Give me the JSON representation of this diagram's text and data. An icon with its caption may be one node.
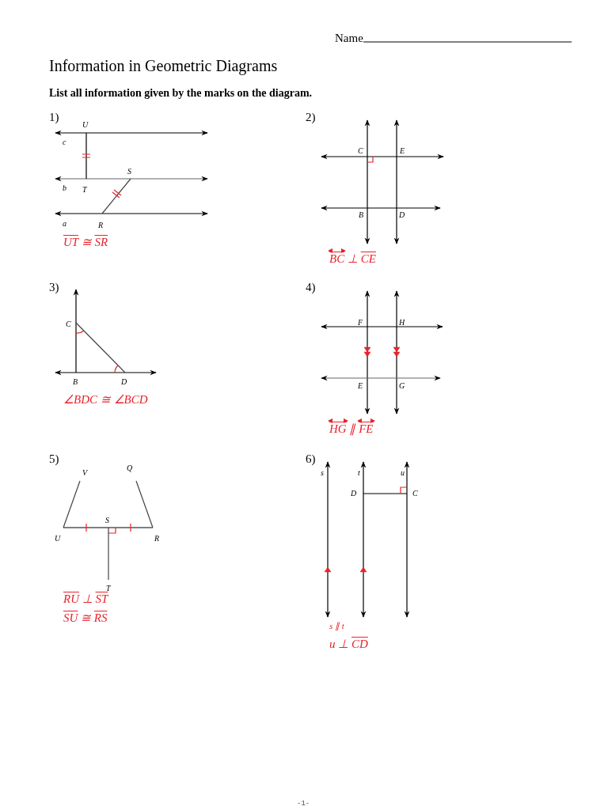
{
  "diagram": {
    "title": "Information in Geometric Diagrams",
    "labels": [
      "Name",
      "List all information given by the marks on the diagram.",
      "1)",
      "U",
      "c",
      "S",
      "b",
      "T",
      "a",
      "R",
      "UT ≅ SR",
      "2)",
      "C",
      "E",
      "B",
      "D",
      "BC ⊥ CE",
      "3)",
      "C",
      "B",
      "D",
      "∠BDC ≅ ∠BCD",
      "4)",
      "F",
      "H",
      "E",
      "G",
      "HG ∥ FE",
      "5)",
      "V",
      "Q",
      "S",
      "U",
      "R",
      "T",
      "RU ⊥ ST",
      "SU ≅ RS",
      "6)",
      "s",
      "t",
      "u",
      "D",
      "C",
      "s ∥ t",
      "u ⊥ CD",
      "-1-"
    ]
  }
}
